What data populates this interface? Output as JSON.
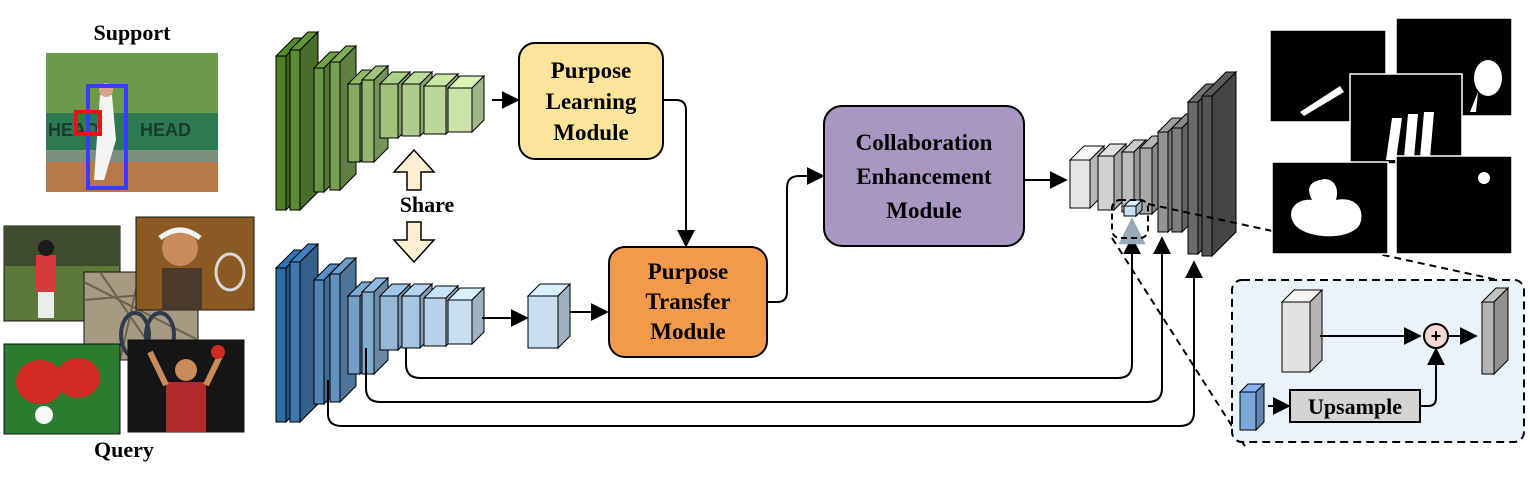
{
  "labels": {
    "support": "Support",
    "query": "Query",
    "share": "Share",
    "upsample": "Upsample",
    "plus": "+"
  },
  "modules": {
    "purpose_learning": [
      "Purpose",
      "Learning",
      "Module"
    ],
    "purpose_transfer": [
      "Purpose",
      "Transfer",
      "Module"
    ],
    "collaboration_enhancement": [
      "Collaboration",
      "Enhancement",
      "Module"
    ]
  },
  "colors": {
    "support_encoder_dark": "#4e7f26",
    "support_encoder_light": "#c9e3a9",
    "query_encoder_dark": "#2e6aa6",
    "query_encoder_light": "#c8dff2",
    "purpose_learning_fill": "#fde49b",
    "purpose_transfer_fill": "#f39a4d",
    "collaboration_fill": "#a897c1",
    "decoder_dark": "#555555",
    "decoder_light": "#e6e6e6",
    "inset_bg": "#eaf3fb",
    "upsample_fill": "#d4d4d4",
    "share_arrow_fill": "#fdf0d0",
    "bbox_blue": "#3b3bff",
    "bbox_red": "#ee1111"
  },
  "icons": [
    "share-double-arrow-icon",
    "add-node-icon"
  ]
}
